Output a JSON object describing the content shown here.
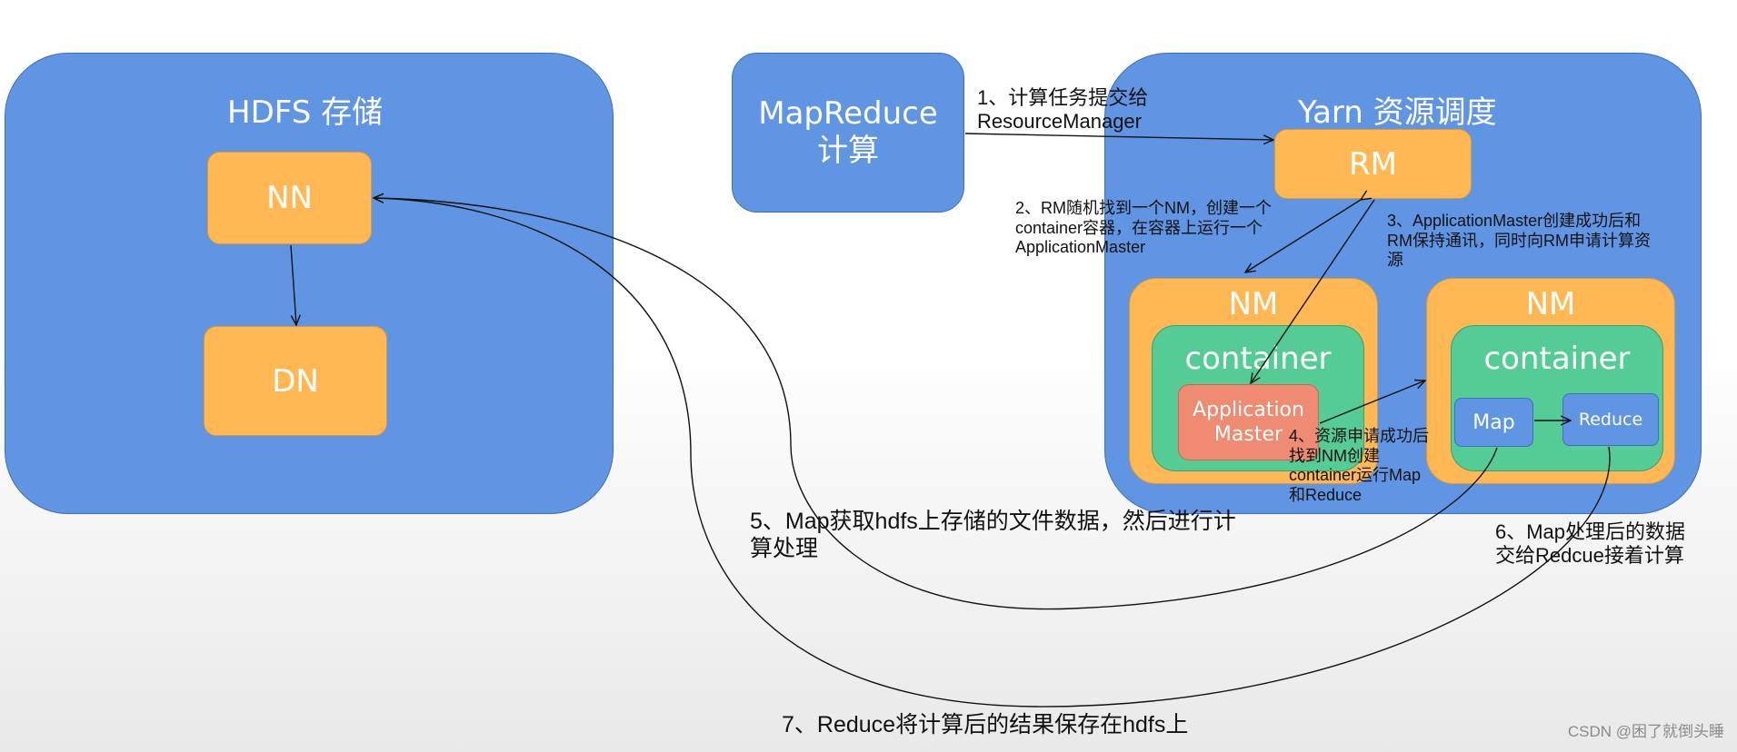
{
  "hdfs": {
    "title": "HDFS 存储",
    "nn": "NN",
    "dn": "DN"
  },
  "mapreduce": {
    "line1": "MapReduce",
    "line2": "计算"
  },
  "yarn": {
    "title": "Yarn 资源调度",
    "rm": "RM",
    "nm1": {
      "title": "NM",
      "container": "container",
      "am_line1": "Application",
      "am_line2": "Master"
    },
    "nm2": {
      "title": "NM",
      "container": "container",
      "map": "Map",
      "reduce": "Reduce"
    }
  },
  "notes": {
    "step1": [
      "1、计算任务提交给",
      "ResourceManager"
    ],
    "step2": [
      "2、RM随机找到一个NM，创建一个",
      "container容器，在容器上运行一个",
      "ApplicationMaster"
    ],
    "step3": [
      "3、ApplicationMaster创建成功后和",
      "RM保持通讯，同时向RM申请计算资",
      "源"
    ],
    "step4": [
      "4、资源申请成功后",
      "找到NM创建",
      "container运行Map",
      "和Reduce"
    ],
    "step5": [
      "5、Map获取hdfs上存储的文件数据，然后进行计",
      "算处理"
    ],
    "step6": [
      "6、Map处理后的数据",
      "交给Redcue接着计算"
    ],
    "step7": [
      "7、Reduce将计算后的结果保存在hdfs上"
    ]
  },
  "watermark": "CSDN @困了就倒头睡",
  "colors": {
    "panel": "#5f95e3",
    "orange": "#ffb854",
    "green": "#55cb95",
    "salmon": "#ef8b72"
  }
}
